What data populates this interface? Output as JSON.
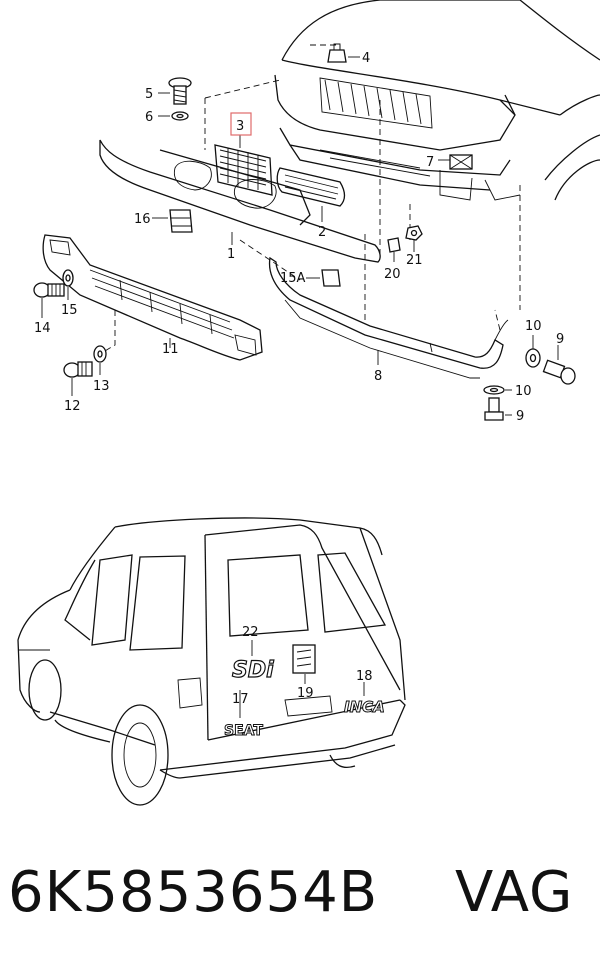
{
  "callouts": [
    {
      "id": "c1",
      "label": "1"
    },
    {
      "id": "c2",
      "label": "2"
    },
    {
      "id": "c3",
      "label": "3",
      "highlight": true
    },
    {
      "id": "c4",
      "label": "4"
    },
    {
      "id": "c5",
      "label": "5"
    },
    {
      "id": "c6",
      "label": "6"
    },
    {
      "id": "c7",
      "label": "7"
    },
    {
      "id": "c8",
      "label": "8"
    },
    {
      "id": "c9a",
      "label": "9"
    },
    {
      "id": "c9b",
      "label": "9"
    },
    {
      "id": "c10a",
      "label": "10"
    },
    {
      "id": "c10b",
      "label": "10"
    },
    {
      "id": "c11",
      "label": "11"
    },
    {
      "id": "c12",
      "label": "12"
    },
    {
      "id": "c13",
      "label": "13"
    },
    {
      "id": "c14",
      "label": "14"
    },
    {
      "id": "c15",
      "label": "15"
    },
    {
      "id": "c15a",
      "label": "15A"
    },
    {
      "id": "c16",
      "label": "16"
    },
    {
      "id": "c17",
      "label": "17"
    },
    {
      "id": "c18",
      "label": "18"
    },
    {
      "id": "c19",
      "label": "19"
    },
    {
      "id": "c20",
      "label": "20"
    },
    {
      "id": "c21",
      "label": "21"
    },
    {
      "id": "c22",
      "label": "22"
    }
  ],
  "badges": {
    "sdi": "SDi",
    "seat": "SEAT",
    "inca": "INCA"
  },
  "colors": {
    "ink": "#111111",
    "highlight": "#e06a6a"
  },
  "caption": {
    "part_number": "6K5853654B",
    "maker": "VAG"
  }
}
